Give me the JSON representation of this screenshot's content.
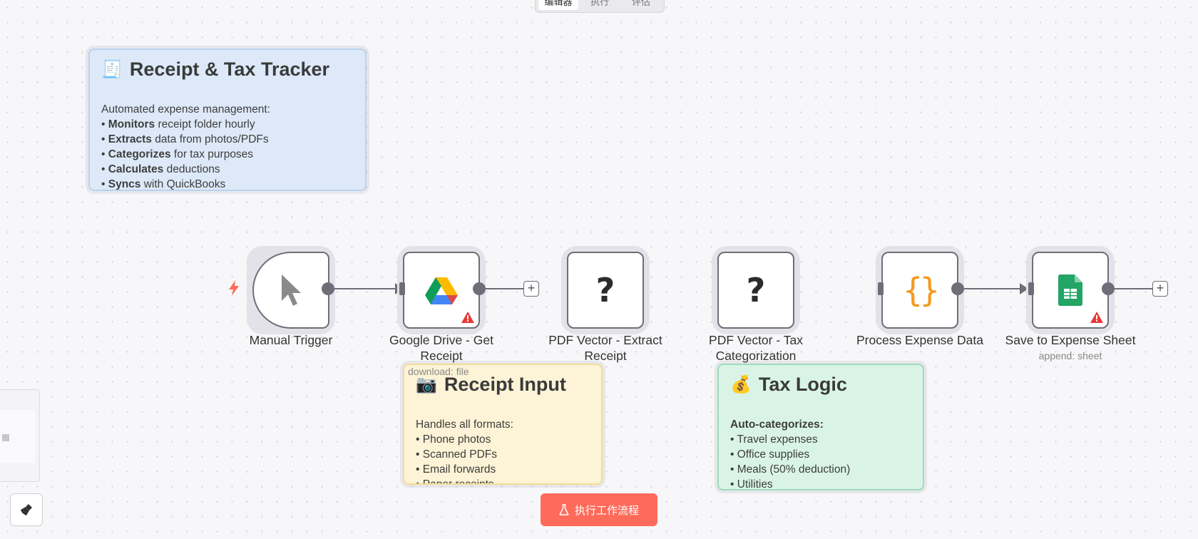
{
  "tabs": [
    {
      "label": "编辑器",
      "active": true
    },
    {
      "label": "执行",
      "active": false
    },
    {
      "label": "评估",
      "active": false
    }
  ],
  "sticky_notes": {
    "overview": {
      "emoji": "🧾",
      "title": "Receipt & Tax Tracker",
      "intro": "Automated expense management:",
      "items": [
        {
          "bold": "Monitors",
          "rest": " receipt folder hourly"
        },
        {
          "bold": "Extracts",
          "rest": " data from photos/PDFs"
        },
        {
          "bold": "Categorizes",
          "rest": " for tax purposes"
        },
        {
          "bold": "Calculates",
          "rest": " deductions"
        },
        {
          "bold": "Syncs",
          "rest": " with QuickBooks"
        }
      ],
      "color": "#dde9f8"
    },
    "input": {
      "emoji": "📷",
      "title": "Receipt Input",
      "intro": "Handles all formats:",
      "items": [
        "Phone photos",
        "Scanned PDFs",
        "Email forwards",
        "Paper receipts"
      ],
      "color": "#fdf3d6"
    },
    "tax": {
      "emoji": "💰",
      "title": "Tax Logic",
      "intro": "Auto-categorizes:",
      "items": [
        "Travel expenses",
        "Office supplies",
        "Meals (50% deduction)",
        "Utilities"
      ],
      "color": "#d9f4e6"
    }
  },
  "nodes": [
    {
      "id": "manual-trigger",
      "label": "Manual Trigger",
      "icon": "cursor-icon",
      "subtitle": ""
    },
    {
      "id": "google-drive",
      "label": "Google Drive - Get Receipt",
      "icon": "google-drive-icon",
      "subtitle": "download: file",
      "warning": true
    },
    {
      "id": "pdf-extract",
      "label": "PDF Vector - Extract Receipt",
      "icon": "question-icon",
      "glyph": "?"
    },
    {
      "id": "pdf-tax",
      "label": "PDF Vector - Tax Categorization",
      "icon": "question-icon",
      "glyph": "?"
    },
    {
      "id": "process-expense",
      "label": "Process Expense Data",
      "icon": "code-braces-icon",
      "glyph": "{}"
    },
    {
      "id": "save-sheet",
      "label": "Save to Expense Sheet",
      "icon": "google-sheets-icon",
      "subtitle": "append: sheet",
      "warning": true
    }
  ],
  "plus_label": "+",
  "run_button": {
    "label": "执行工作流程",
    "icon": "flask-icon"
  },
  "colors": {
    "accent": "#ff6b5b",
    "node_border": "#6e6e78",
    "warning": "#e53935"
  }
}
